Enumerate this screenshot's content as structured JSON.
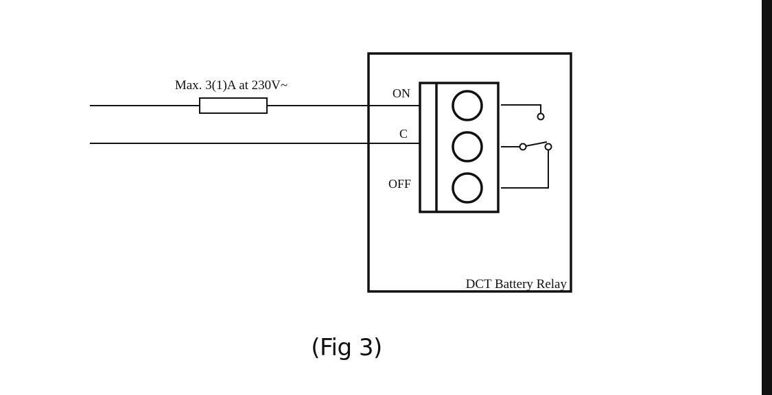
{
  "diagram": {
    "fuse_label": "Max. 3(1)A at 230V~",
    "terminal_on_label": "ON",
    "terminal_c_label": "C",
    "terminal_off_label": "OFF",
    "device_label": "DCT Battery Relay"
  },
  "caption": "(Fig 3)"
}
